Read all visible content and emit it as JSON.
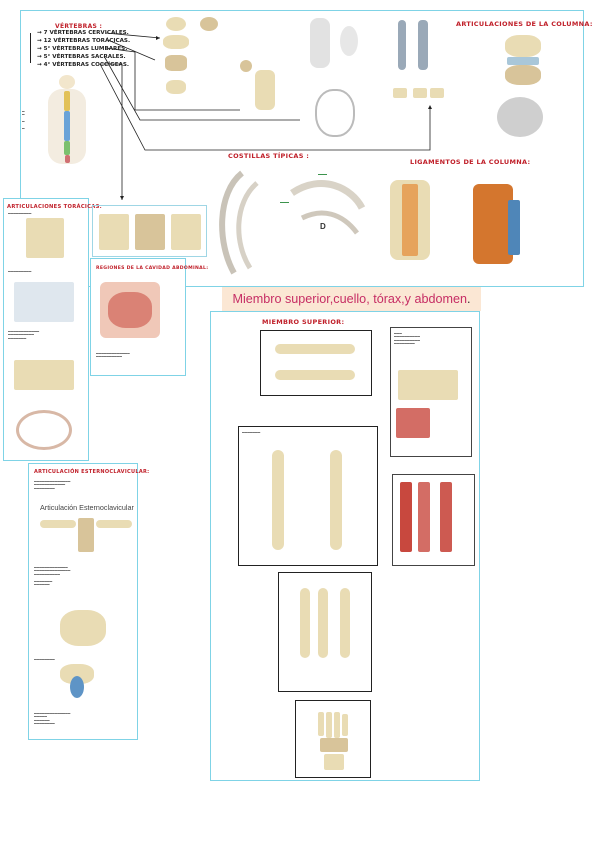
{
  "top_section": {
    "heading": "VÉRTEBRAS :",
    "items": [
      "→ 7 VÉRTEBRAS CERVICALES.",
      "→ 12 VÉRTEBRAS TORÁCICAS.",
      "→ 5° VÉRTEBRAS LUMBARES.",
      "→ 5° VÉRTEBRAS SACRALES.",
      "→ 4° VÉRTEBRAS COCCÍGEAS."
    ]
  },
  "section_titles": {
    "column_joints": "ARTICULACIONES DE LA COLUMNA:",
    "typical_ribs": "COSTILLAS TÍPICAS :",
    "column_ligaments": "LIGAMENTOS DE LA COLUMNA:",
    "thoracic_joints": "ARTICULACIONES TORÁCICAS:",
    "abdominal_regions": "REGIONES DE LA CAVIDAD ABDOMINAL:",
    "sternoclavicular": "ARTICULACIÓN ESTERNOCLAVICULAR:",
    "upper_limb": "MIEMBRO SUPERIOR:"
  },
  "main_title": {
    "text": "Miembro superior,cuello, tórax,y abdomen",
    "period": "."
  },
  "sternoclavicular_panel": {
    "image_title": "Articulación Esternoclavicular"
  },
  "rib_panel": {
    "letter": "D"
  },
  "colors": {
    "accent_red": "#c0202a",
    "banner_text": "#c62d64",
    "banner_bg": "#fbe7d4",
    "panel_border": "#7fd3e6"
  }
}
